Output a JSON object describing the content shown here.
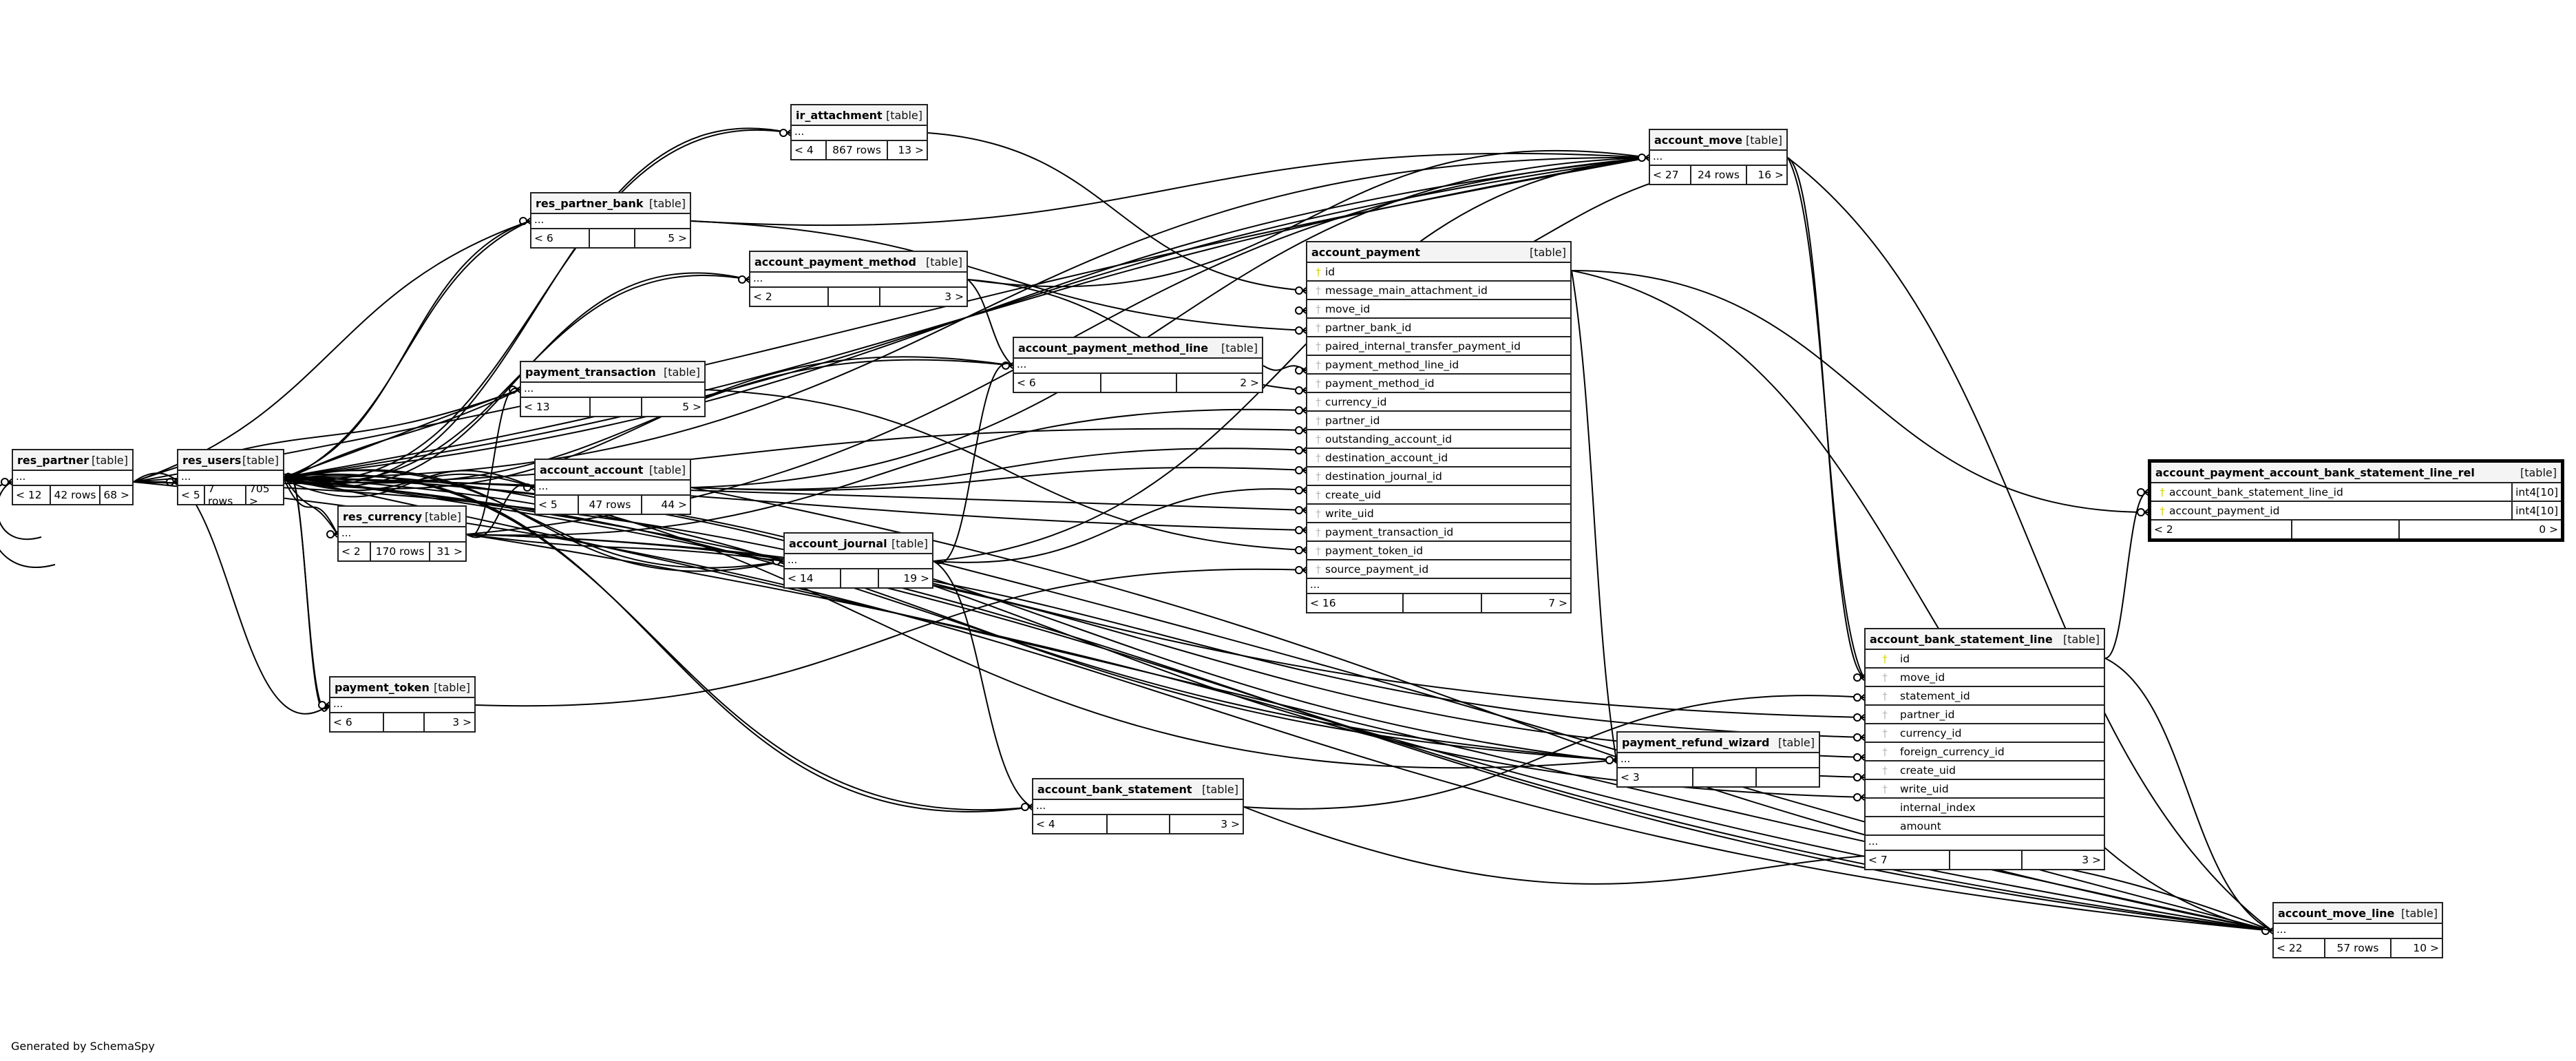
{
  "footer": "Generated by SchemaSpy",
  "tables": {
    "res_partner": {
      "name": "res_partner",
      "kind": "[table]",
      "ellipsis": "...",
      "parents": "< 12",
      "rows": "42 rows",
      "children": "68 >"
    },
    "res_users": {
      "name": "res_users",
      "kind": "[table]",
      "ellipsis": "...",
      "parents": "< 5",
      "rows": "7 rows",
      "children": "705 >"
    },
    "res_currency": {
      "name": "res_currency",
      "kind": "[table]",
      "ellipsis": "...",
      "parents": "< 2",
      "rows": "170 rows",
      "children": "31 >"
    },
    "payment_token": {
      "name": "payment_token",
      "kind": "[table]",
      "ellipsis": "...",
      "parents": "< 6",
      "rows": "",
      "children": "3 >"
    },
    "res_partner_bank": {
      "name": "res_partner_bank",
      "kind": "[table]",
      "ellipsis": "...",
      "parents": "< 6",
      "rows": "",
      "children": "5 >"
    },
    "payment_transaction": {
      "name": "payment_transaction",
      "kind": "[table]",
      "ellipsis": "...",
      "parents": "< 13",
      "rows": "",
      "children": "5 >"
    },
    "account_account": {
      "name": "account_account",
      "kind": "[table]",
      "ellipsis": "...",
      "parents": "< 5",
      "rows": "47 rows",
      "children": "44 >"
    },
    "ir_attachment": {
      "name": "ir_attachment",
      "kind": "[table]",
      "ellipsis": "...",
      "parents": "< 4",
      "rows": "867 rows",
      "children": "13 >"
    },
    "account_payment_method": {
      "name": "account_payment_method",
      "kind": "[table]",
      "ellipsis": "...",
      "parents": "< 2",
      "rows": "",
      "children": "3 >"
    },
    "account_journal": {
      "name": "account_journal",
      "kind": "[table]",
      "ellipsis": "...",
      "parents": "< 14",
      "rows": "",
      "children": "19 >"
    },
    "account_payment_method_line": {
      "name": "account_payment_method_line",
      "kind": "[table]",
      "ellipsis": "...",
      "parents": "< 6",
      "rows": "",
      "children": "2 >"
    },
    "account_bank_statement": {
      "name": "account_bank_statement",
      "kind": "[table]",
      "ellipsis": "...",
      "parents": "< 4",
      "rows": "",
      "children": "3 >"
    },
    "account_move": {
      "name": "account_move",
      "kind": "[table]",
      "ellipsis": "...",
      "parents": "< 27",
      "rows": "24 rows",
      "children": "16 >"
    },
    "payment_refund_wizard": {
      "name": "payment_refund_wizard",
      "kind": "[table]",
      "ellipsis": "...",
      "parents": "< 3",
      "rows": "",
      "children": ""
    },
    "account_move_line": {
      "name": "account_move_line",
      "kind": "[table]",
      "ellipsis": "...",
      "parents": "< 22",
      "rows": "57 rows",
      "children": "10 >"
    },
    "account_payment": {
      "name": "account_payment",
      "kind": "[table]",
      "ellipsis": "...",
      "parents": "< 16",
      "rows": "",
      "children": "7 >",
      "columns": [
        {
          "name": "id",
          "key": "pk"
        },
        {
          "name": "message_main_attachment_id",
          "key": "fk"
        },
        {
          "name": "move_id",
          "key": "fk"
        },
        {
          "name": "partner_bank_id",
          "key": "fk"
        },
        {
          "name": "paired_internal_transfer_payment_id",
          "key": "fk"
        },
        {
          "name": "payment_method_line_id",
          "key": "fk"
        },
        {
          "name": "payment_method_id",
          "key": "fk"
        },
        {
          "name": "currency_id",
          "key": "fk"
        },
        {
          "name": "partner_id",
          "key": "fk"
        },
        {
          "name": "outstanding_account_id",
          "key": "fk"
        },
        {
          "name": "destination_account_id",
          "key": "fk"
        },
        {
          "name": "destination_journal_id",
          "key": "fk"
        },
        {
          "name": "create_uid",
          "key": "fk"
        },
        {
          "name": "write_uid",
          "key": "fk"
        },
        {
          "name": "payment_transaction_id",
          "key": "fk"
        },
        {
          "name": "payment_token_id",
          "key": "fk"
        },
        {
          "name": "source_payment_id",
          "key": "fk"
        }
      ]
    },
    "account_bank_statement_line": {
      "name": "account_bank_statement_line",
      "kind": "[table]",
      "ellipsis": "...",
      "parents": "< 7",
      "rows": "",
      "children": "3 >",
      "columns": [
        {
          "name": "id",
          "key": "pk"
        },
        {
          "name": "move_id",
          "key": "fk"
        },
        {
          "name": "statement_id",
          "key": "fk"
        },
        {
          "name": "partner_id",
          "key": "fk"
        },
        {
          "name": "currency_id",
          "key": "fk"
        },
        {
          "name": "foreign_currency_id",
          "key": "fk"
        },
        {
          "name": "create_uid",
          "key": "fk"
        },
        {
          "name": "write_uid",
          "key": "fk"
        },
        {
          "name": "internal_index",
          "key": "none"
        },
        {
          "name": "amount",
          "key": "none"
        }
      ]
    },
    "account_payment_account_bank_statement_line_rel": {
      "name": "account_payment_account_bank_statement_line_rel",
      "kind": "[table]",
      "parents": "< 2",
      "rows": "",
      "children": "0 >",
      "columns": [
        {
          "name": "account_bank_statement_line_id",
          "key": "pk",
          "type": "int4[10]"
        },
        {
          "name": "account_payment_id",
          "key": "pk",
          "type": "int4[10]"
        }
      ]
    }
  },
  "icons": {
    "key": "key-icon",
    "crowfoot": "crow-foot-zero-many-icon"
  }
}
